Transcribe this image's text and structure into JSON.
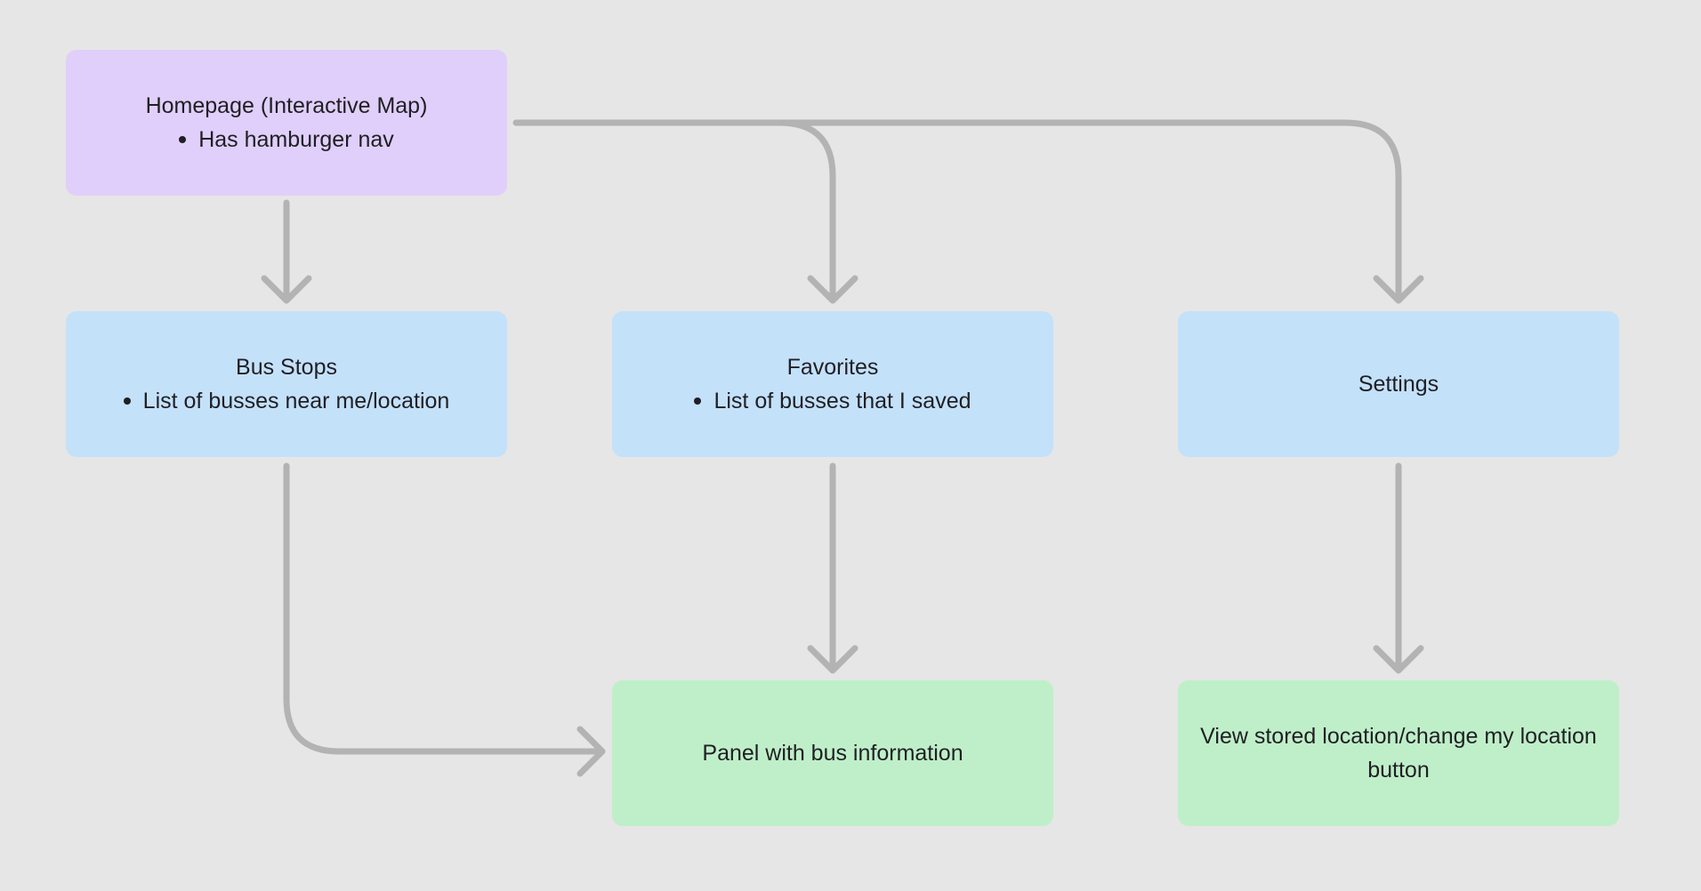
{
  "colors": {
    "background": "#e6e6e6",
    "connector": "#b3b3b3",
    "root_node": "#e0cffa",
    "screen_node": "#c4e1fa",
    "detail_node": "#bfefc9"
  },
  "nodes": {
    "homepage": {
      "title": "Homepage (Interactive Map)",
      "bullets": [
        "Has hamburger nav"
      ]
    },
    "bus_stops": {
      "title": "Bus Stops",
      "bullets": [
        "List of busses near me/location"
      ]
    },
    "favorites": {
      "title": "Favorites",
      "bullets": [
        "List of busses that I saved"
      ]
    },
    "settings": {
      "title": "Settings"
    },
    "bus_panel": {
      "title": "Panel with bus information"
    },
    "location": {
      "title": "View stored location/change my location button"
    }
  },
  "edges": [
    {
      "from": "homepage",
      "to": "bus_stops"
    },
    {
      "from": "homepage",
      "to": "favorites"
    },
    {
      "from": "homepage",
      "to": "settings"
    },
    {
      "from": "bus_stops",
      "to": "bus_panel"
    },
    {
      "from": "favorites",
      "to": "bus_panel"
    },
    {
      "from": "settings",
      "to": "location"
    }
  ]
}
